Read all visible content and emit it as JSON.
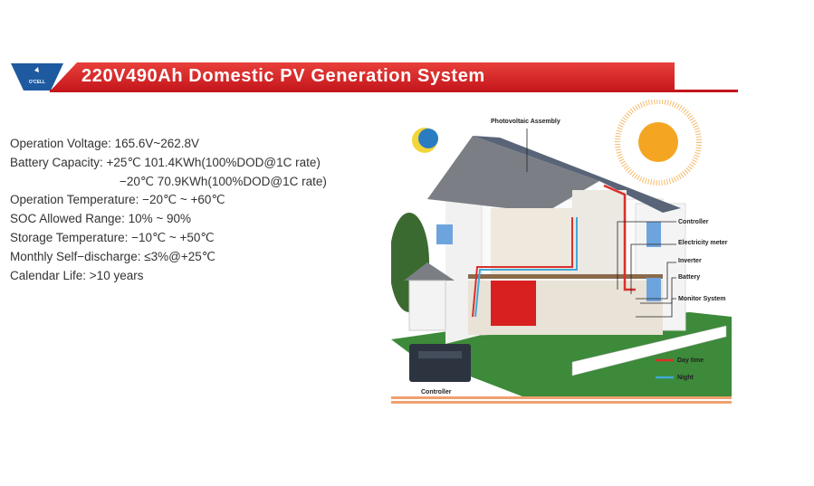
{
  "logo": {
    "text": "O'CELL"
  },
  "header": {
    "title": "220V490Ah Domestic PV Generation System"
  },
  "specs": [
    "Operation Voltage: 165.6V~262.8V",
    "Battery Capacity: +25℃ 101.4KWh(100%DOD@1C rate)",
    "−20℃ 70.9KWh(100%DOD@1C rate)",
    "Operation Temperature: −20℃ ~ +60℃",
    "SOC Allowed Range: 10% ~ 90%",
    "Storage Temperature: −10℃ ~ +50℃",
    "Monthly Self−discharge: ≤3%@+25℃",
    "Calendar Life: >10 years"
  ],
  "diagram": {
    "labels": {
      "pv": "Photovoltaic Assembly",
      "controller": "Controller",
      "meter": "Electricity meter",
      "inverter": "Inverter",
      "battery": "Battery",
      "monitor": "Monitor System",
      "controller_device": "Controller"
    },
    "legend": {
      "day": "Day time",
      "night": "Night",
      "day_color": "#d9302c",
      "night_color": "#3fa9d6"
    }
  },
  "colors": {
    "brand_red": "#c4161c",
    "logo_blue": "#1e5aa0"
  }
}
